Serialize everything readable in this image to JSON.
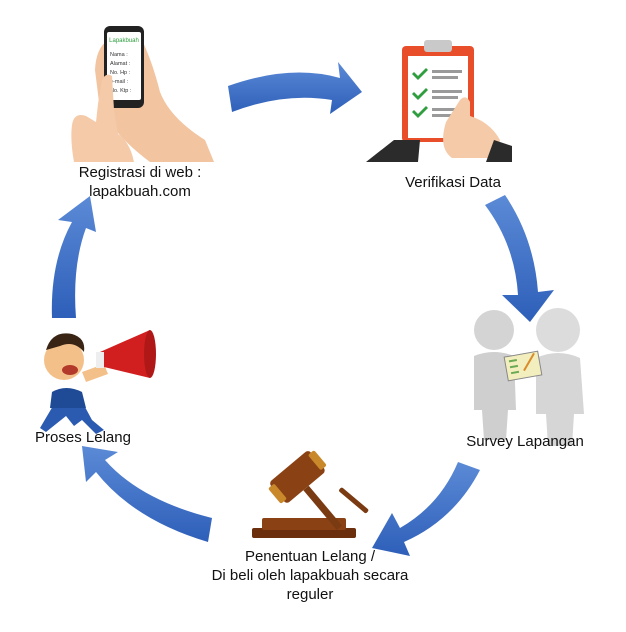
{
  "colors": {
    "arrow": "#3b6ec8",
    "arrow_dark": "#2a56a8",
    "check": "#2e9e3e",
    "gavel": "#7a3a12",
    "megaphone": "#d11f1f",
    "figure": "#d9d9d9"
  },
  "steps": [
    {
      "id": "registrasi",
      "lines": [
        "Registrasi di web :",
        "lapakbuah.com"
      ],
      "icon": "phone-hand-icon"
    },
    {
      "id": "verifikasi",
      "lines": [
        "Verifikasi Data"
      ],
      "icon": "clipboard-icon"
    },
    {
      "id": "survey",
      "lines": [
        "Survey Lapangan"
      ],
      "icon": "two-people-icon"
    },
    {
      "id": "penentuan",
      "lines": [
        "Penentuan Lelang /",
        "Di beli oleh lapakbuah secara",
        "reguler"
      ],
      "icon": "gavel-icon"
    },
    {
      "id": "proses",
      "lines": [
        "Proses Lelang"
      ],
      "icon": "megaphone-man-icon"
    }
  ],
  "phone_screen": {
    "brand": "Lapakbuah",
    "fields": [
      "Nama :",
      "Alamat :",
      "No. Hp :",
      "e-mail :",
      "No. Ktp :"
    ]
  }
}
